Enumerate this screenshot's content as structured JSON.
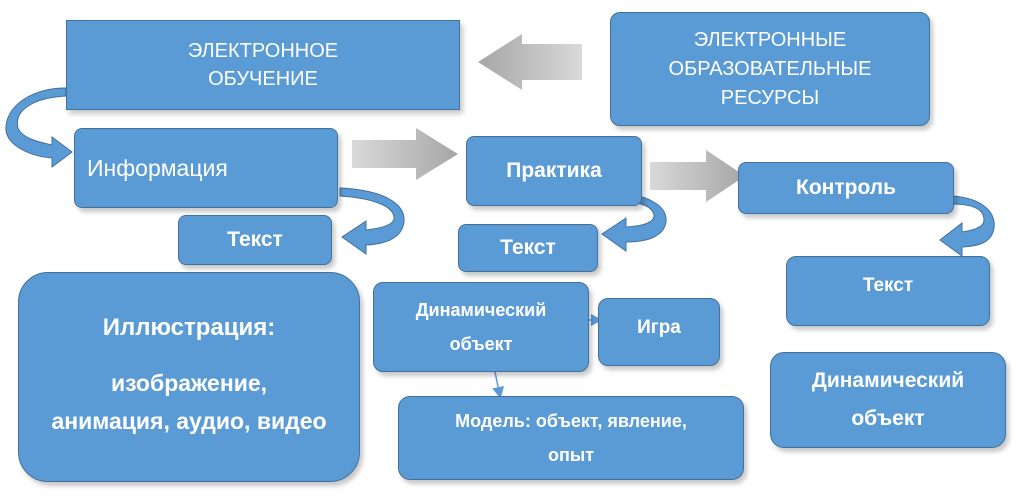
{
  "colors": {
    "box_fill": "#5b9bd5",
    "box_border": "#41719c",
    "text": "#ffffff",
    "gray_arrow": "#bfbfbf"
  },
  "nodes": {
    "e_learning": "ЭЛЕКТРОННОЕ ОБУЧЕНИЕ",
    "e_resources": "ЭЛЕКТРОННЫЕ ОБРАЗОВАТЕЛЬНЫЕ РЕСУРСЫ",
    "information": "Информация",
    "practice": "Практика",
    "control": "Контроль",
    "text_info": "Текст",
    "text_practice": "Текст",
    "text_control": "Текст",
    "illustration": {
      "title": "Иллюстрация:",
      "body": "изображение, анимация, аудио, видео"
    },
    "dynamic_object_practice": "Динамический объект",
    "game": "Игра",
    "model": "Модель: объект, явление, опыт",
    "dynamic_object_control": "Динамический объект"
  }
}
